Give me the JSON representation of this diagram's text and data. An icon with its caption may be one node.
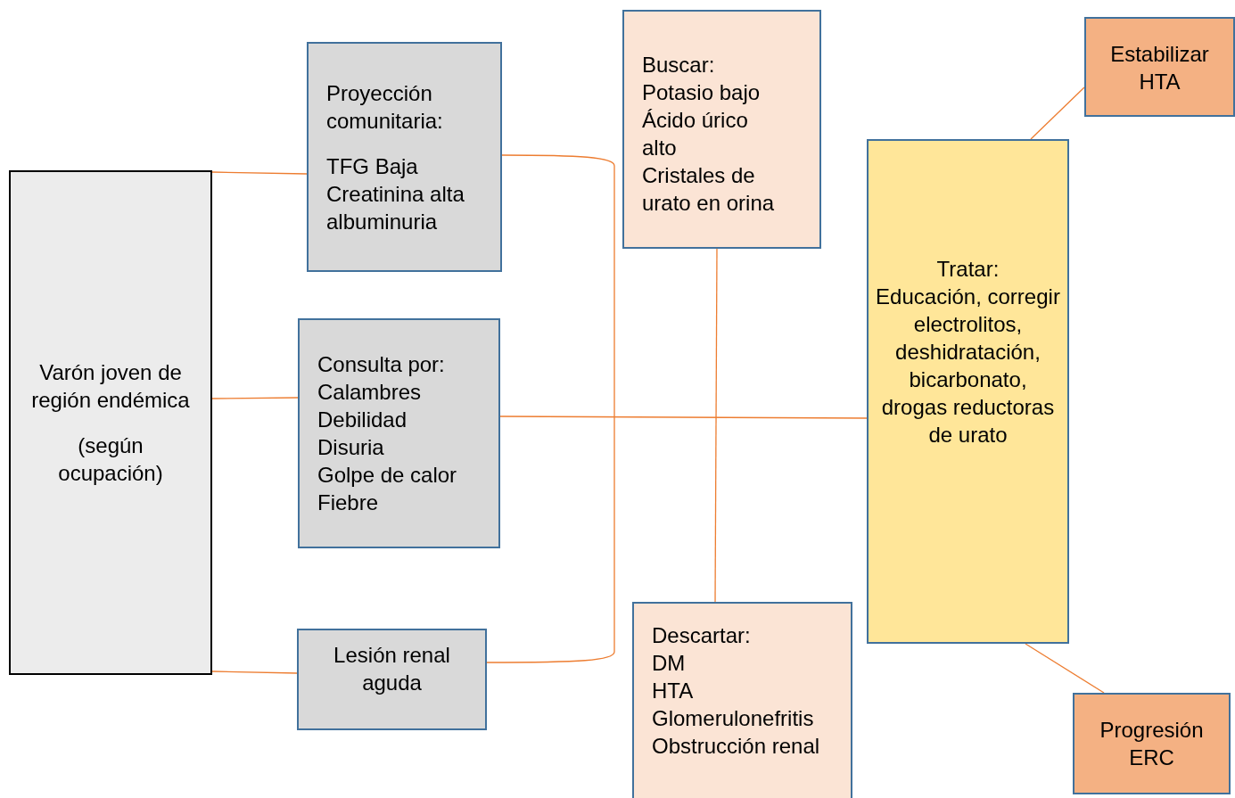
{
  "diagram": {
    "nodes": [
      {
        "text": [
          "Varón joven de región endémica",
          "(según ocupación)"
        ]
      },
      {
        "text": [
          "Proyección comunitaria:",
          "TFG Baja",
          "Creatinina alta",
          "albuminuria"
        ]
      },
      {
        "text": [
          "Consulta por:",
          "Calambres",
          "Debilidad",
          "Disuria",
          "Golpe de calor",
          "Fiebre"
        ]
      },
      {
        "text": [
          "Lesión renal aguda"
        ]
      },
      {
        "text": [
          "Buscar:",
          "Potasio bajo",
          "Ácido úrico alto",
          "Cristales de urato en orina"
        ]
      },
      {
        "text": [
          "Descartar:",
          "DM",
          "HTA",
          "Glomerulonefritis",
          "Obstrucción renal"
        ]
      },
      {
        "text": [
          "Tratar:",
          "Educación, corregir electrolitos, deshidratación, bicarbonato, drogas reductoras de urato"
        ]
      },
      {
        "text": [
          "Estabilizar HTA"
        ]
      },
      {
        "text": [
          "Progresión ERC"
        ]
      }
    ],
    "edges": [
      {
        "from": 0,
        "to": 1,
        "arrow": "none"
      },
      {
        "from": 0,
        "to": 2,
        "arrow": "none"
      },
      {
        "from": 0,
        "to": 3,
        "arrow": "none"
      },
      {
        "from": 1,
        "to": 3,
        "arrow": "none"
      },
      {
        "from": 2,
        "to": 6,
        "arrow": "none"
      },
      {
        "from": 4,
        "to": 5,
        "arrow": "none"
      },
      {
        "from": 6,
        "to": 7,
        "arrow": "none"
      },
      {
        "from": 6,
        "to": 8,
        "arrow": "none"
      }
    ]
  }
}
